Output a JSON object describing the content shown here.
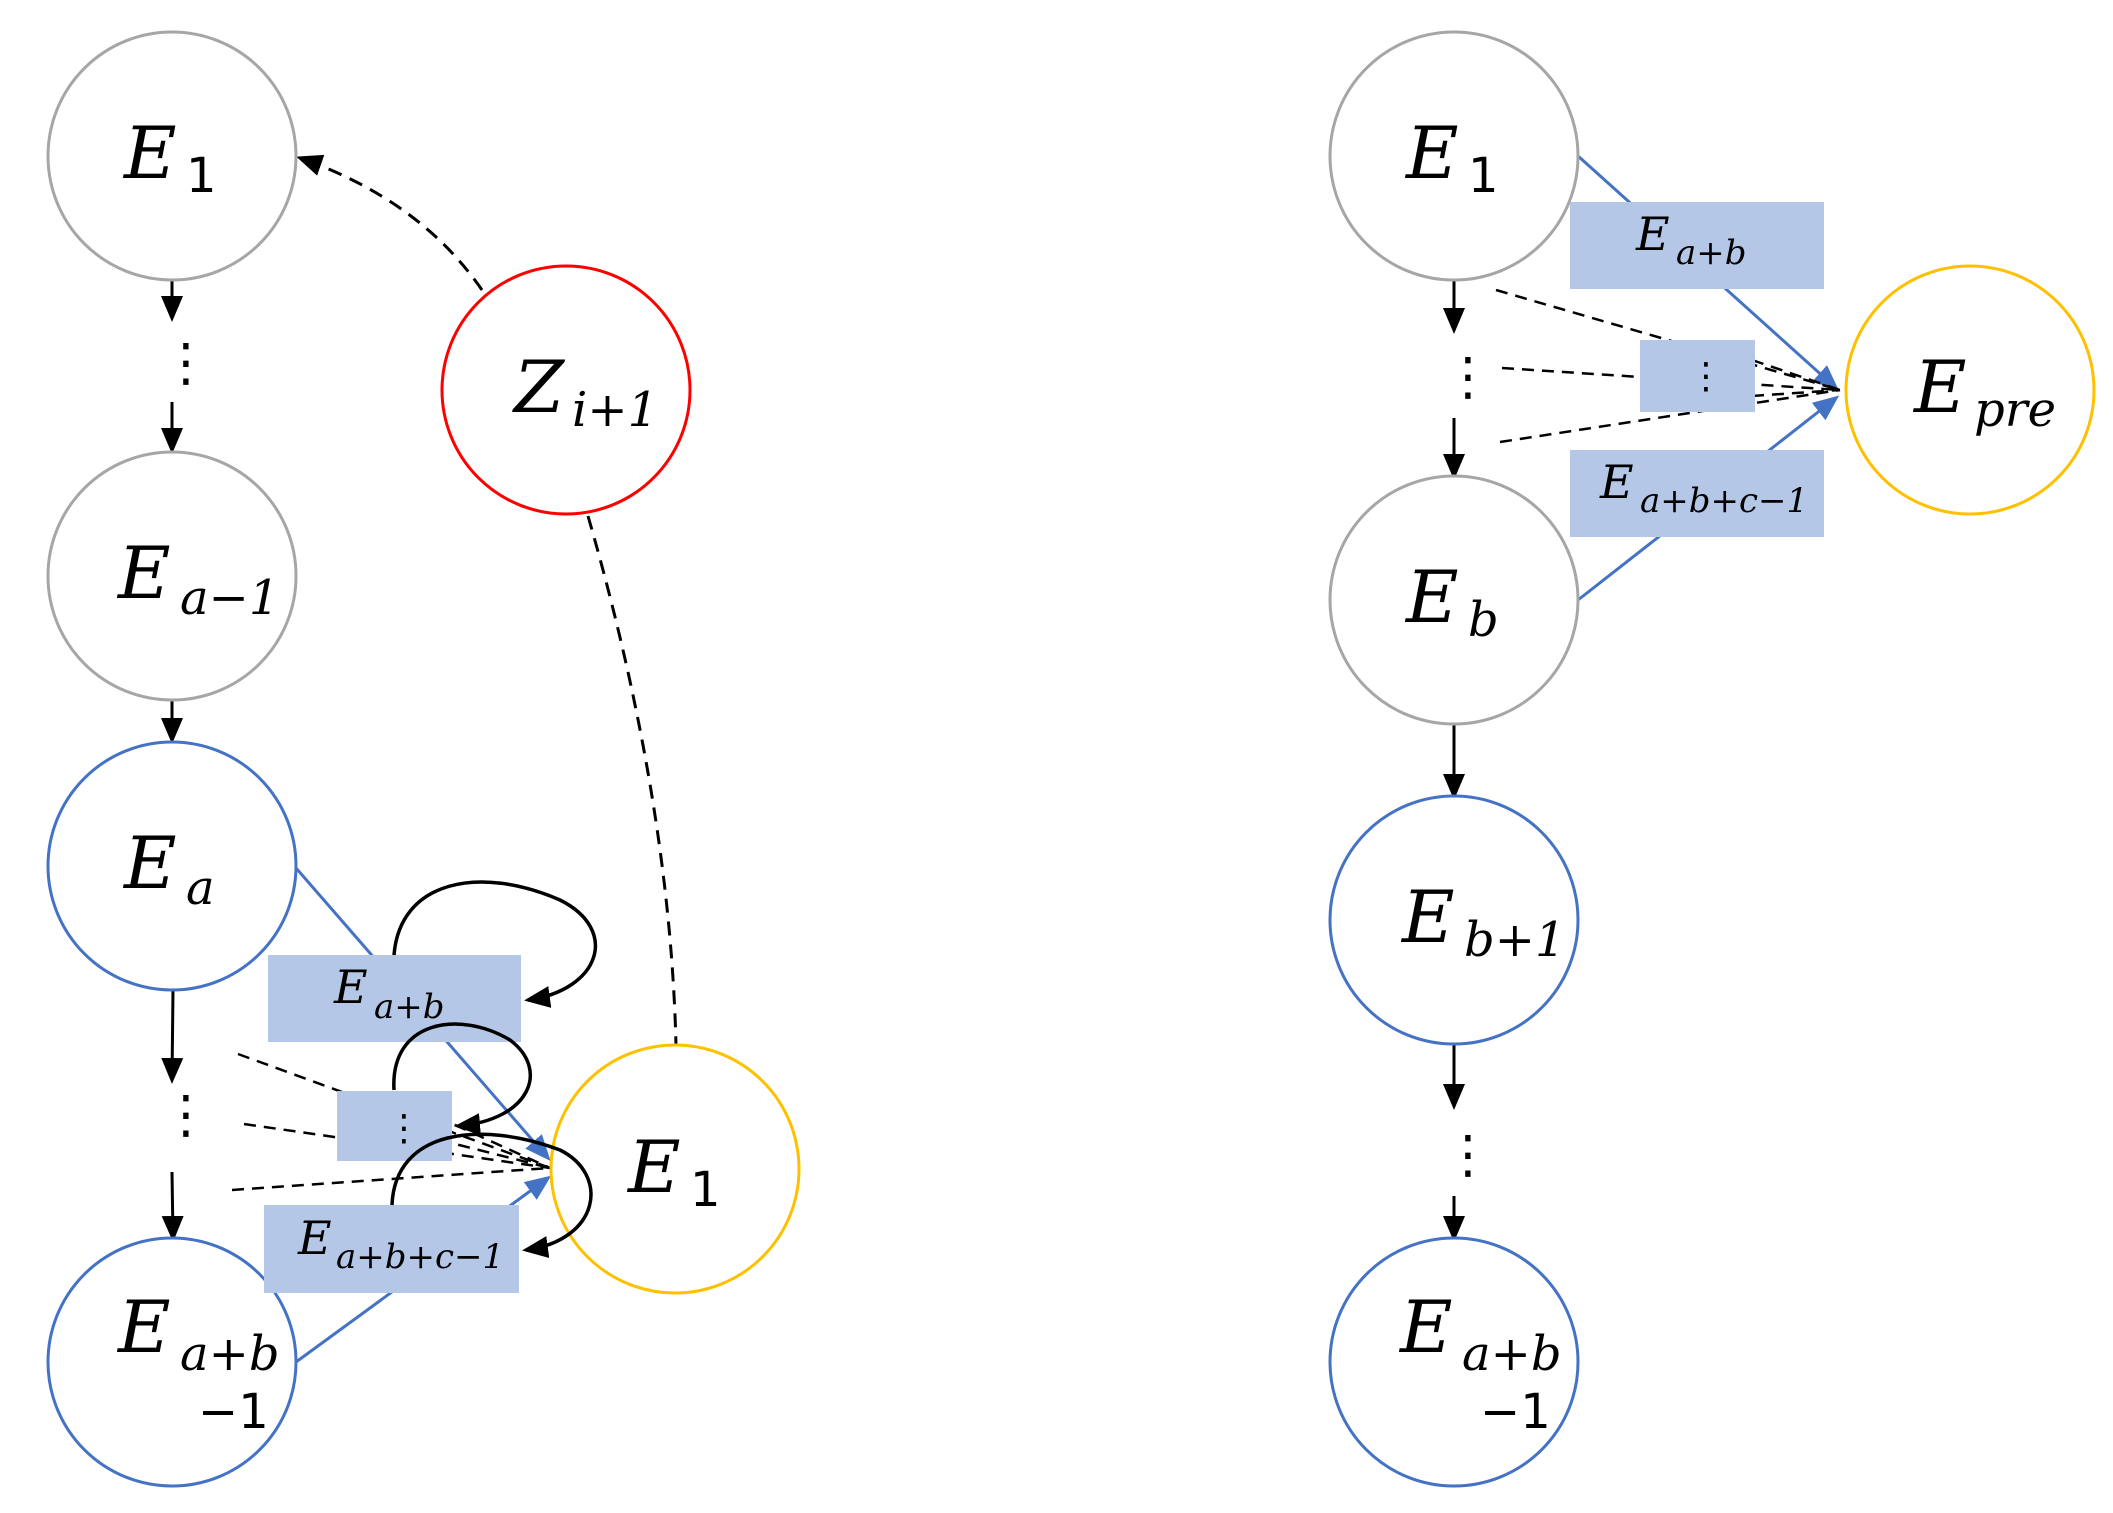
{
  "colors": {
    "gray": "#a6a6a6",
    "blue": "#4472c4",
    "red": "#ff0000",
    "gold": "#ffc000",
    "box_fill": "#b4c7e7",
    "black": "#000000"
  },
  "left": {
    "nodes": {
      "e1_main": "E",
      "e1_sub": "1",
      "ea1_main": "E",
      "ea1_sub": "a−1",
      "ea_main": "E",
      "ea_sub": "a",
      "eab1_main": "E",
      "eab1_sub": "a+b",
      "eab1_sub2": "−1",
      "z_main": "Z",
      "z_sub": "i+1",
      "target_main": "E",
      "target_sub": "1"
    },
    "boxes": {
      "box1_main": "E",
      "box1_sub": "a+b",
      "box2": "⋮",
      "box3_main": "E",
      "box3_sub": "a+b+c−1"
    },
    "ellipsis": "⋮"
  },
  "right": {
    "nodes": {
      "e1_main": "E",
      "e1_sub": "1",
      "eb_main": "E",
      "eb_sub": "b",
      "eb1_main": "E",
      "eb1_sub": "b+1",
      "eab1_main": "E",
      "eab1_sub": "a+b",
      "eab1_sub2": "−1",
      "pre_main": "E",
      "pre_sub": "pre"
    },
    "boxes": {
      "box1_main": "E",
      "box1_sub": "a+b",
      "box2": "⋮",
      "box3_main": "E",
      "box3_sub": "a+b+c−1"
    },
    "ellipsis": "⋮"
  }
}
